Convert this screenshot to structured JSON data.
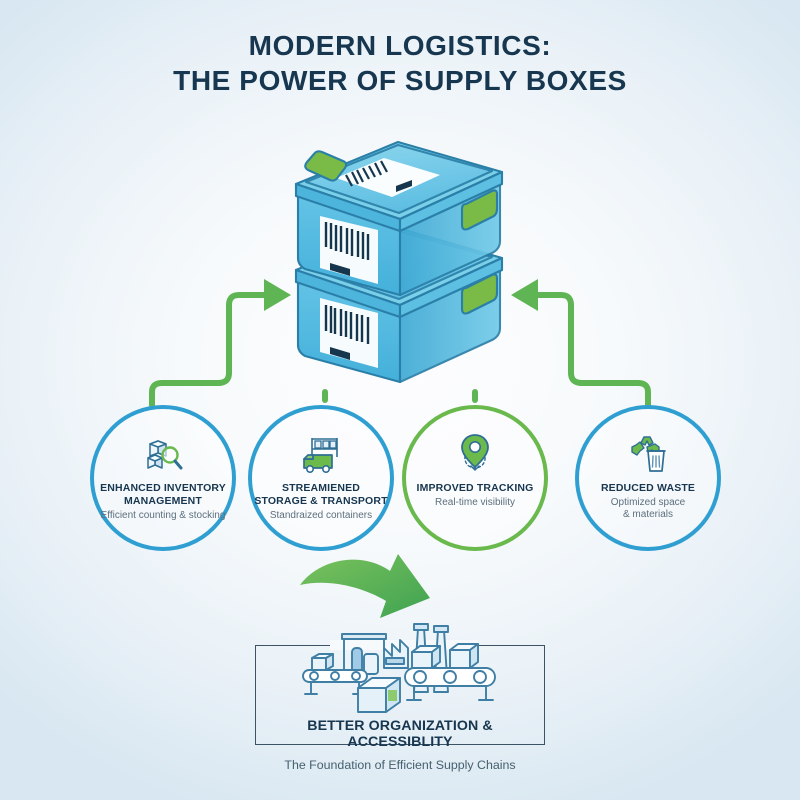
{
  "title": {
    "line1": "MODERN LOGISTICS:",
    "line2": "THE POWER OF SUPPLY BOXES"
  },
  "hero": {
    "name": "stacked-supply-boxes",
    "description": "Two stacked translucent blue plastic supply boxes with green latches and barcode labels"
  },
  "colors": {
    "title_navy": "#17364f",
    "circle_blue": "#2f9fd2",
    "circle_green": "#69b94c",
    "connector_green": "#5fb553",
    "arrow_green": "#57b44f",
    "subtitle_gray": "#5d6f7d",
    "box_border": "#3c5366",
    "background_light": "#fdfdfe",
    "background_edge": "#d8e7f1"
  },
  "benefits": [
    {
      "title": "ENHANCED INVENTORY\nMANAGEMENT",
      "subtitle": "Efficient counting & stocking",
      "icon": "boxes-magnifier-icon",
      "accent": "blue"
    },
    {
      "title": "STREAMIENED\nSTORAGE & TRANSPORT",
      "subtitle": "Standraized containers",
      "icon": "delivery-truck-shelf-icon",
      "accent": "blue"
    },
    {
      "title": "IMPROVED TRACKING",
      "subtitle": "Real-time visibility",
      "icon": "map-pin-tracking-icon",
      "accent": "green"
    },
    {
      "title": "REDUCED WASTE",
      "subtitle": "Optimized space\n& materials",
      "icon": "recycle-bin-icon",
      "accent": "blue"
    }
  ],
  "outcome": {
    "label": "BETTER ORGANIZATION & ACCESSIBLITY",
    "caption": "The Foundation of Efficient Supply Chains",
    "illustration": "factory-conveyor-illustration"
  },
  "connectors": {
    "left_arrow": "arrow-right-to-boxes",
    "right_arrow": "arrow-left-to-boxes",
    "down_arrow": "curved-arrow-down-to-outcome"
  }
}
